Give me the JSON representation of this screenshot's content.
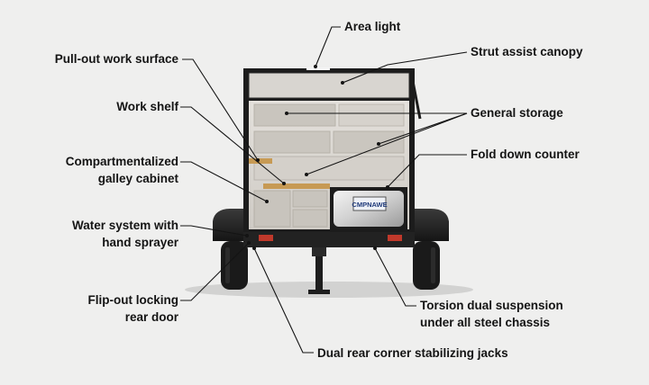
{
  "labels": {
    "area_light": "Area light",
    "strut_canopy": "Strut assist canopy",
    "pullout_surface": "Pull-out work surface",
    "work_shelf": "Work shelf",
    "general_storage": "General storage",
    "fold_counter": "Fold down counter",
    "galley_line1": "Compartmentalized",
    "galley_line2": "galley cabinet",
    "water_line1": "Water system with",
    "water_line2": "hand sprayer",
    "door_line1": "Flip-out locking",
    "door_line2": "rear door",
    "torsion_line1": "Torsion dual suspension",
    "torsion_line2": "under all steel chassis",
    "jacks": "Dual rear corner stabilizing jacks"
  },
  "plate_text": "CMPNAWE",
  "colors": {
    "background": "#efefee",
    "frame": "#1c1c1c",
    "cabinet": "#d9d6d1",
    "wood": "#c79a54",
    "tail_light": "#c0392b",
    "text": "#141414"
  }
}
